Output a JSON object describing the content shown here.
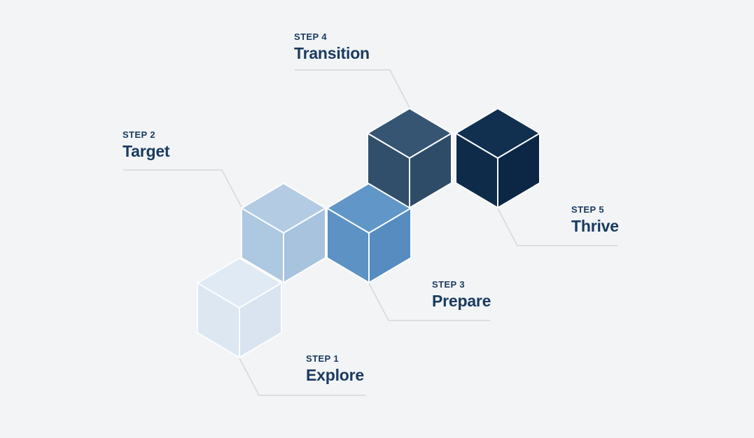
{
  "diagram": {
    "background_color": "#f2f4f6",
    "label_color": "#1a3a5f",
    "leader_line_color": "#d9dcdf",
    "cube_edge_color": "#fbfdfe",
    "steps": [
      {
        "step_label": "STEP 1",
        "title": "Explore",
        "colors": {
          "top": "#e0eaf4",
          "left": "#dce7f2",
          "right": "#d9e4f0"
        }
      },
      {
        "step_label": "STEP 2",
        "title": "Target",
        "colors": {
          "top": "#b3cce4",
          "left": "#adc8e1",
          "right": "#a7c3dd"
        }
      },
      {
        "step_label": "STEP 3",
        "title": "Prepare",
        "colors": {
          "top": "#6197c8",
          "left": "#5c92c4",
          "right": "#568cc0"
        }
      },
      {
        "step_label": "STEP 4",
        "title": "Transition",
        "colors": {
          "top": "#365572",
          "left": "#314f6a",
          "right": "#2e4c67"
        }
      },
      {
        "step_label": "STEP 5",
        "title": "Thrive",
        "colors": {
          "top": "#11304f",
          "left": "#0e2b49",
          "right": "#0c2745"
        }
      }
    ]
  }
}
